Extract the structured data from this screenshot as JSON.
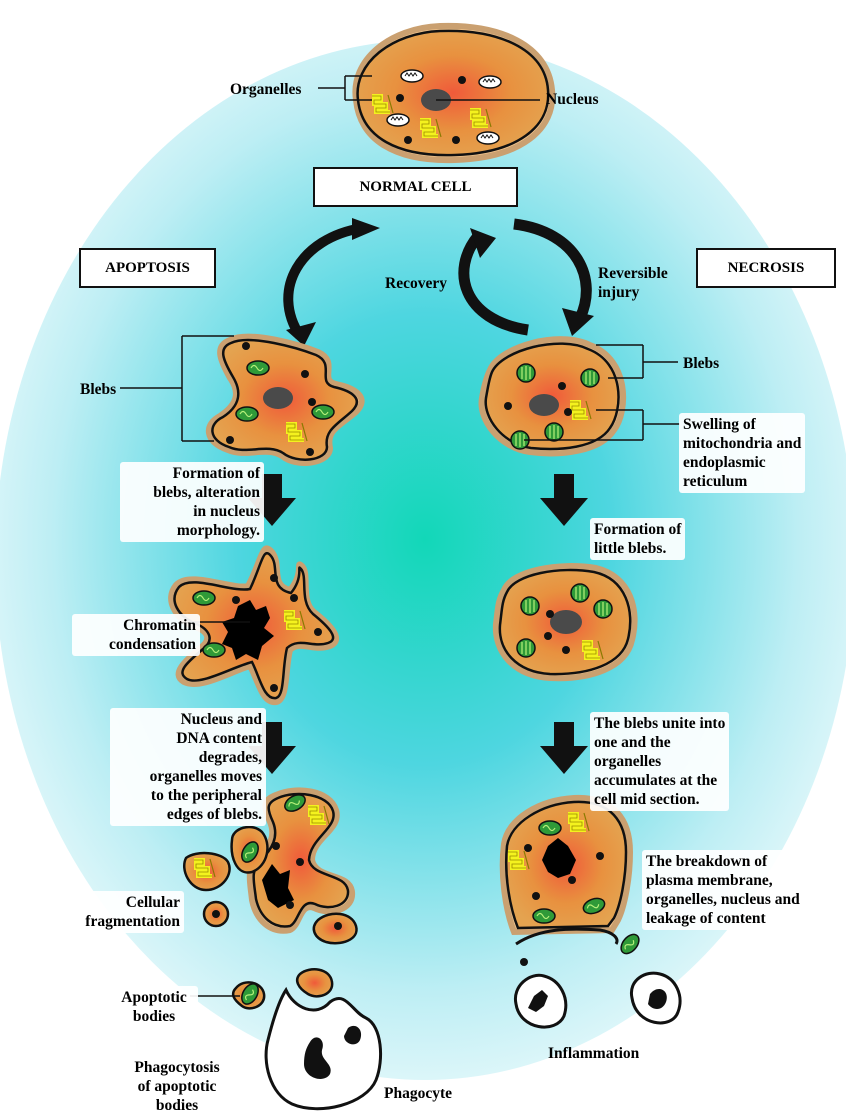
{
  "titles": {
    "normal_cell": "NORMAL CELL",
    "apoptosis": "APOPTOSIS",
    "necrosis": "NECROSIS"
  },
  "labels": {
    "organelles": "Organelles",
    "nucleus": "Nucleus",
    "recovery": "Recovery",
    "reversible_injury": "Reversible\ninjury",
    "apoptosis_blebs": "Blebs",
    "necrosis_blebs": "Blebs",
    "swelling": "Swelling of\nmitochondria and\nendoplasmic\nreticulum",
    "apoptosis_step1": "Formation of\nblebs, alteration\nin nucleus\nmorphology.",
    "necrosis_step1": "Formation of\nlittle blebs.",
    "chromatin": "Chromatin\ncondensation",
    "apoptosis_step2": "Nucleus and\nDNA content\ndegrades,\norganelles moves\nto the peripheral\nedges of blebs.",
    "necrosis_step2": "The blebs unite into\none and the\norganelles\naccumulates at the\ncell mid section.",
    "fragmentation": "Cellular\nfragmentation",
    "breakdown": "The breakdown of\nplasma membrane,\norganelles, nucleus and\nleakage of content",
    "apoptotic_bodies": "Apoptotic\nbodies",
    "phagocytosis": "Phagocytosis\nof apoptotic\nbodies",
    "phagocyte": "Phagocyte",
    "inflammation": "Inflammation"
  },
  "colors": {
    "background_glow": "#22d3c0",
    "cell_fill": "#e59a48",
    "cell_core": "#f2603a",
    "outline": "#111111",
    "mitochondria": "#3d9a3a",
    "er": "#f4f21e",
    "nucleus": "#4a4a4a",
    "chromatin": "#000000"
  }
}
